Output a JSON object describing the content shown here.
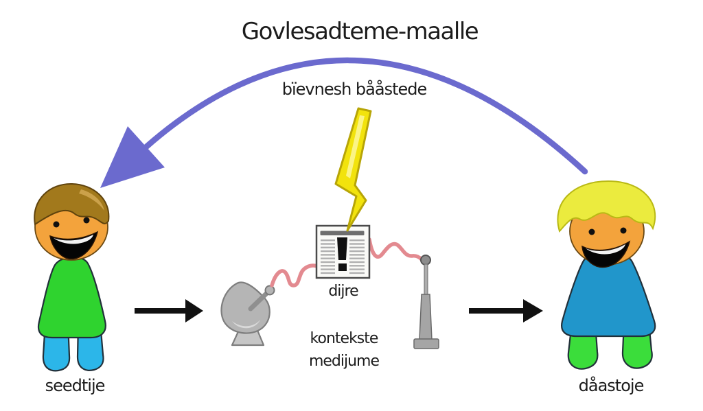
{
  "diagram": {
    "title": "Govlesadteme-maalle",
    "labels": {
      "feedback": "bïevnesh bååstede",
      "noise": "dijre",
      "context_line1": "kontekste",
      "context_line2": "medijume",
      "sender": "seedtije",
      "receiver": "dåastoje"
    },
    "icons": {
      "feedback_arrow": "curved-feedback-arrow",
      "lightning_bolt": "lightning-bolt",
      "newspaper": "newspaper-with-exclamation",
      "satellite_dish": "satellite-dish-transmitter",
      "antenna_mast": "antenna-mast-receiver",
      "forward_arrow": "right-arrow"
    },
    "colors": {
      "arc": "#6b6ace",
      "lightning": "#f2e30d",
      "squiggle": "#e38a90",
      "arrow": "#111111",
      "skin": "#f3a33c",
      "sender_shirt": "#2fd32f",
      "sender_pants": "#2cb6e9",
      "sender_hair": "#a2791c",
      "receiver_shirt": "#2196cb",
      "receiver_pants": "#3bdd3b",
      "receiver_hair": "#ebeb3e",
      "metal": "#b5b5b5"
    }
  }
}
